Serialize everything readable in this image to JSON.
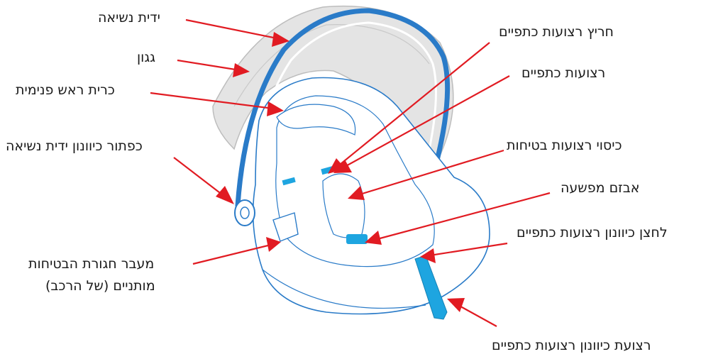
{
  "labels": {
    "carry_handle": "ידית נשיאה",
    "canopy": "גגון",
    "inner_head_cushion": "כרית ראש פנימית",
    "handle_adjust_button": "כפתור כיוונון ידית נשיאה",
    "lap_belt_guide_line1": "מעבר חגורת הבטיחות",
    "lap_belt_guide_line2": "מותניים (של הרכב)",
    "shoulder_strap_slot": "חריץ רצועות כתפיים",
    "shoulder_straps": "רצועות כתפיים",
    "belt_pad_cover": "כיסוי רצועות בטיחות",
    "crotch_buckle": "אבזם מפשעה",
    "harness_adjust_button": "לחצן כיוונון רצועות כתפיים",
    "harness_adjust_strap": "רצועת כיוונון רצועות כתפיים"
  },
  "colors": {
    "arrow": "#e11b22",
    "outline": "#2a7bc8",
    "canopy_fill": "#e4e4e4",
    "canopy_edge": "#bdbdbd",
    "accent": "#1ea5e0"
  }
}
